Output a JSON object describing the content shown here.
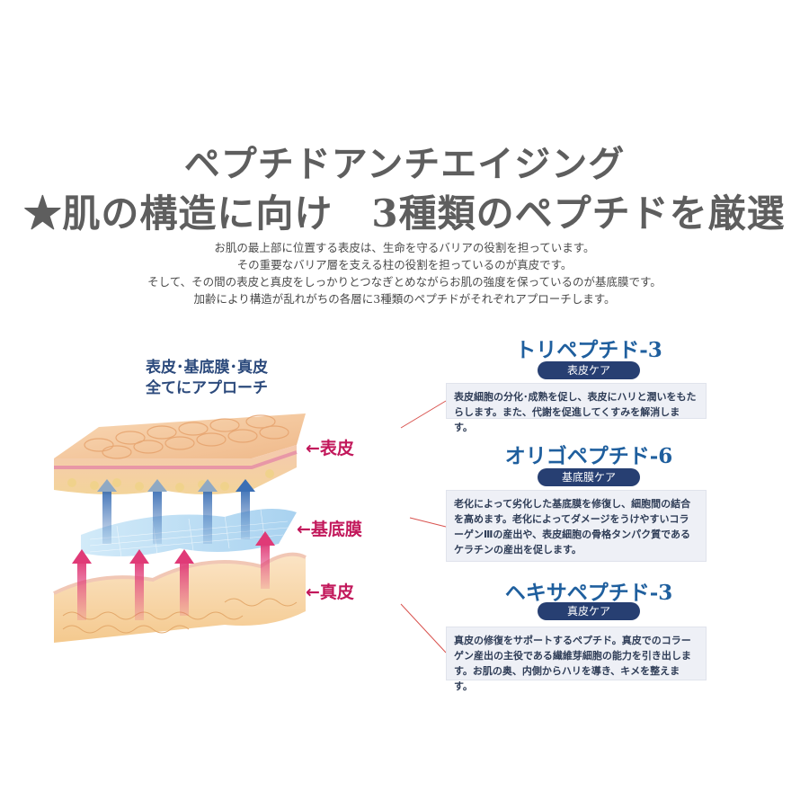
{
  "header": {
    "title_line1": "ペプチドアンチエイジング",
    "title_line2": "★肌の構造に向け　3種類のペプチドを厳選"
  },
  "intro_lines": [
    "お肌の最上部に位置する表皮は、生命を守るバリアの役割を担っています。",
    "その重要なバリア層を支える柱の役割を担っているのが真皮です。",
    "そして、その間の表皮と真皮をしっかりとつなぎとめながらお肌の強度を保っているのが基底膜です。",
    "加齢により構造が乱れがちの各層に3種類のペプチドがそれぞれアプローチします。"
  ],
  "diagram": {
    "caption_line1": "表皮･基底膜･真皮",
    "caption_line2": "全てにアプローチ",
    "labels": {
      "epidermis": "←表皮",
      "basement_membrane": "←基底膜",
      "dermis": "←真皮"
    },
    "colors": {
      "label": "#c2185b",
      "epidermis": "#f2c79a",
      "membrane": "#a9d4f0",
      "dermis": "#f7d3a2",
      "arrow_up_blue": "#4a7fc1",
      "arrow_up_pink": "#e0407a"
    }
  },
  "peptides": [
    {
      "name": "トリペプチド-3",
      "target": "表皮ケア",
      "description": "表皮細胞の分化･成熟を促し、表皮にハリと潤いをもたらします。また、代謝を促進してくすみを解消します。"
    },
    {
      "name": "オリゴペプチド-6",
      "target": "基底膜ケア",
      "description": "老化によって劣化した基底膜を修復し、細胞間の結合を高めます。老化によってダメージをうけやすいコラーゲンⅢの産出や、表皮細胞の骨格タンパク質であるケラチンの産出を促します。"
    },
    {
      "name": "ヘキサペプチド-3",
      "target": "真皮ケア",
      "description": "真皮の修復をサポートするペプチド。真皮でのコラーゲン産出の主役である繊維芽細胞の能力を引き出します。お肌の奥、内側からハリを導き、キメを整えます。"
    }
  ],
  "theme": {
    "accent_navy": "#273f72",
    "peptide_title": "#1f5f9e",
    "desc_bg": "#eef0f6",
    "connector": "#d9534f"
  }
}
